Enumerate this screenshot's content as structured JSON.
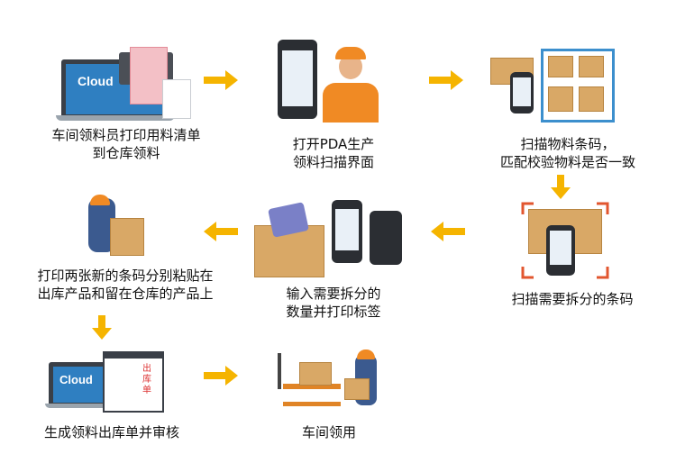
{
  "steps": {
    "s1": {
      "line1": "车间领料员打印用料清单",
      "line2": "到仓库领料",
      "cloud": "Cloud"
    },
    "s2": {
      "line1": "打开PDA生产",
      "line2": "领料扫描界面"
    },
    "s3": {
      "line1": "扫描物料条码，",
      "line2": "匹配校验物料是否一致"
    },
    "s4": {
      "line1": "扫描需要拆分的条码"
    },
    "s5": {
      "line1": "输入需要拆分的",
      "line2": "数量并打印标签"
    },
    "s6": {
      "line1": "打印两张新的条码分别粘贴在",
      "line2": "出库产品和留在仓库的产品上"
    },
    "s7": {
      "line1": "生成领料出库单并审核",
      "cloud": "Cloud",
      "doc": "出库单"
    },
    "s8": {
      "line1": "车间领用"
    }
  },
  "colors": {
    "arrow": "#f5b400",
    "screen": "#2f7fc1",
    "box": "#d9a866",
    "shelf": "#3c8fcd",
    "vest": "#f08a24"
  }
}
